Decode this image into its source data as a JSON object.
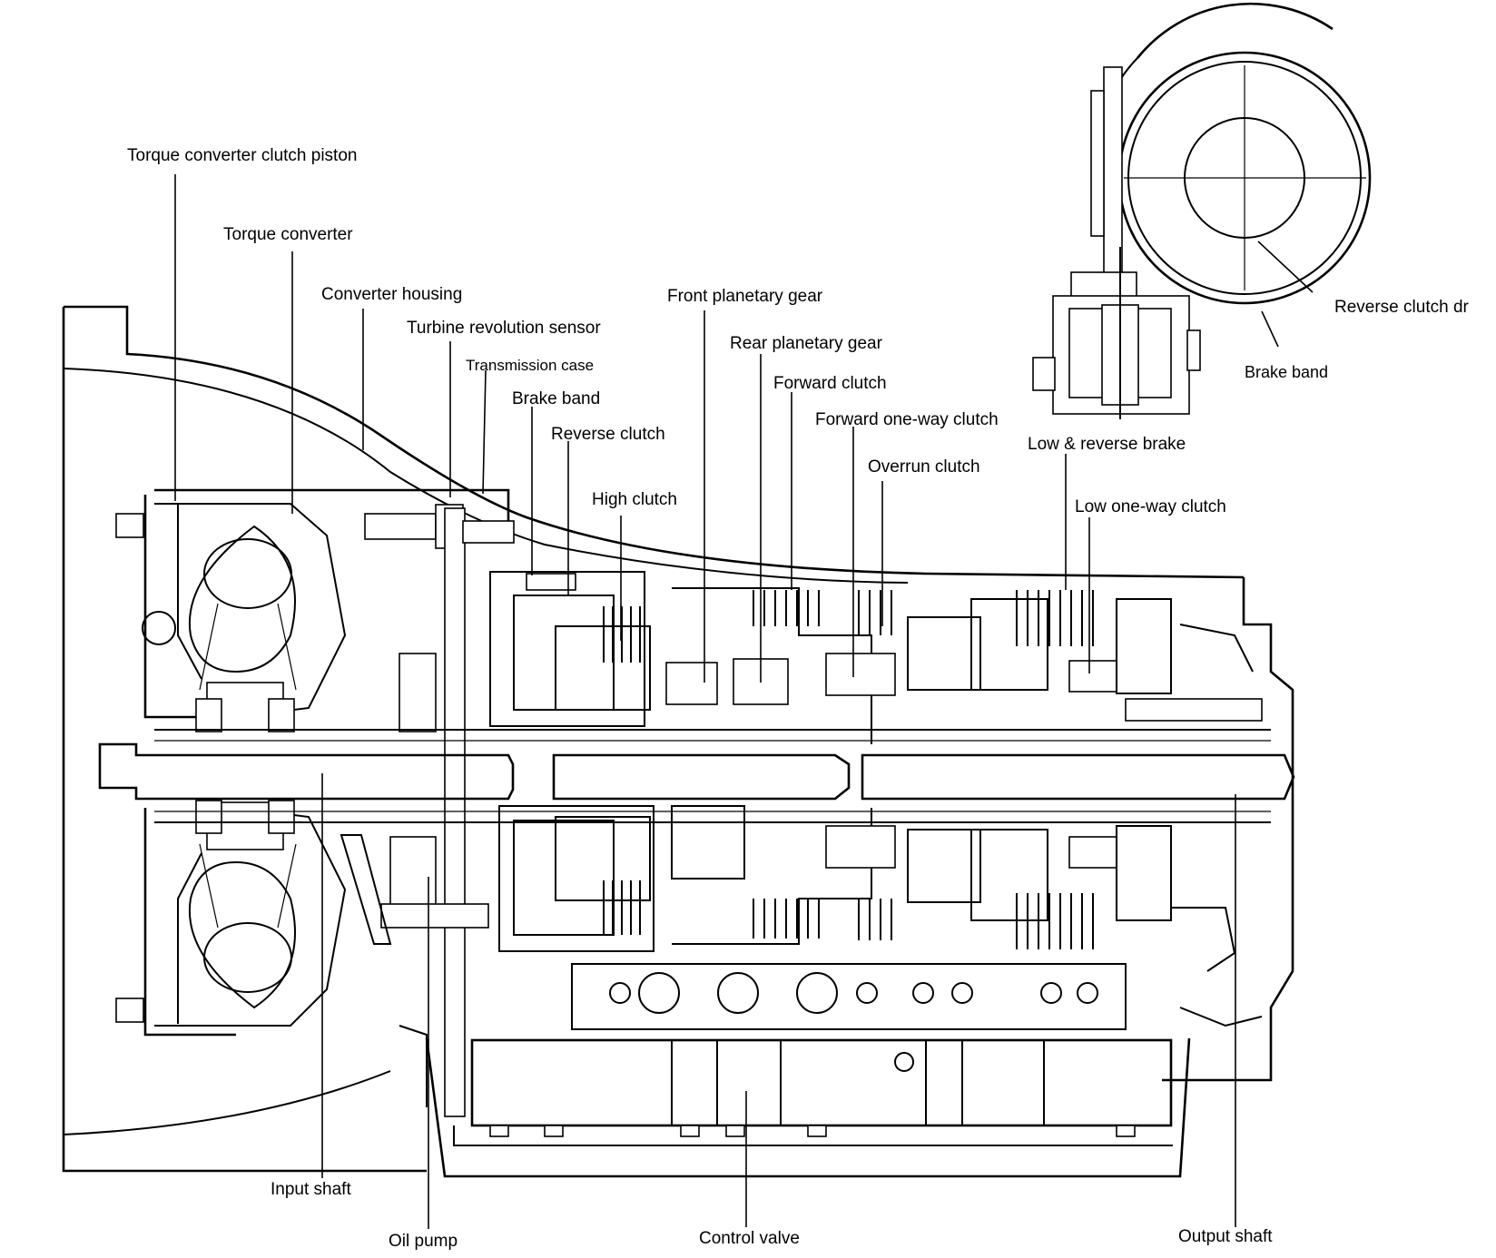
{
  "labels": {
    "torque_converter_clutch_piston": "Torque converter clutch piston",
    "torque_converter": "Torque converter",
    "converter_housing": "Converter housing",
    "turbine_revolution_sensor": "Turbine revolution sensor",
    "transmission_case": "Transmission case",
    "brake_band_main": "Brake band",
    "reverse_clutch": "Reverse clutch",
    "high_clutch": "High clutch",
    "front_planetary_gear": "Front planetary gear",
    "rear_planetary_gear": "Rear planetary gear",
    "forward_clutch": "Forward clutch",
    "forward_one_way_clutch": "Forward one-way clutch",
    "overrun_clutch": "Overrun clutch",
    "low_reverse_brake": "Low & reverse brake",
    "low_one_way_clutch": "Low one-way clutch",
    "reverse_clutch_drum": "Reverse clutch dr",
    "brake_band_inset": "Brake band",
    "input_shaft": "Input shaft",
    "oil_pump": "Oil pump",
    "control_valve": "Control valve",
    "output_shaft": "Output shaft"
  }
}
